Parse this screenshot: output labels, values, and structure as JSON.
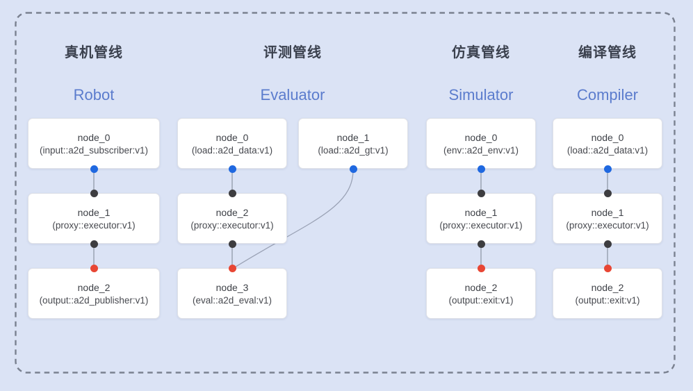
{
  "diagram": {
    "kind": "pipeline-graph",
    "colors": {
      "background": "#dbe3f5",
      "dashed_border": "#7a8190",
      "node_bg": "#ffffff",
      "node_border": "#e0e2e8",
      "edge_line": "#9099a8",
      "title_zh_color": "#3b414e",
      "title_en_color": "#5b7ccd",
      "port_output": "#1f68e0",
      "port_mid": "#3d3d40",
      "port_input": "#e84634"
    },
    "pipelines": [
      {
        "title_zh": "真机管线",
        "title_en": "Robot",
        "nodes": [
          {
            "name": "node_0",
            "param": "(input::a2d_subscriber:v1)"
          },
          {
            "name": "node_1",
            "param": "(proxy::executor:v1)"
          },
          {
            "name": "node_2",
            "param": "(output::a2d_publisher:v1)"
          }
        ]
      },
      {
        "title_zh": "评测管线",
        "title_en": "Evaluator",
        "nodes": [
          {
            "name": "node_0",
            "param": "(load::a2d_data:v1)"
          },
          {
            "name": "node_1",
            "param": "(load::a2d_gt:v1)"
          },
          {
            "name": "node_2",
            "param": "(proxy::executor:v1)"
          },
          {
            "name": "node_3",
            "param": "(eval::a2d_eval:v1)"
          }
        ]
      },
      {
        "title_zh": "仿真管线",
        "title_en": "Simulator",
        "nodes": [
          {
            "name": "node_0",
            "param": "(env::a2d_env:v1)"
          },
          {
            "name": "node_1",
            "param": "(proxy::executor:v1)"
          },
          {
            "name": "node_2",
            "param": "(output::exit:v1)"
          }
        ]
      },
      {
        "title_zh": "编译管线",
        "title_en": "Compiler",
        "nodes": [
          {
            "name": "node_0",
            "param": "(load::a2d_data:v1)"
          },
          {
            "name": "node_1",
            "param": "(proxy::executor:v1)"
          },
          {
            "name": "node_2",
            "param": "(output::exit:v1)"
          }
        ]
      }
    ],
    "edges": [
      {
        "from": "Robot/node_0",
        "to": "Robot/node_1"
      },
      {
        "from": "Robot/node_1",
        "to": "Robot/node_2"
      },
      {
        "from": "Evaluator/node_0",
        "to": "Evaluator/node_2"
      },
      {
        "from": "Evaluator/node_1",
        "to": "Evaluator/node_3"
      },
      {
        "from": "Evaluator/node_2",
        "to": "Evaluator/node_3"
      },
      {
        "from": "Simulator/node_0",
        "to": "Simulator/node_1"
      },
      {
        "from": "Simulator/node_1",
        "to": "Simulator/node_2"
      },
      {
        "from": "Compiler/node_0",
        "to": "Compiler/node_1"
      },
      {
        "from": "Compiler/node_1",
        "to": "Compiler/node_2"
      }
    ]
  }
}
